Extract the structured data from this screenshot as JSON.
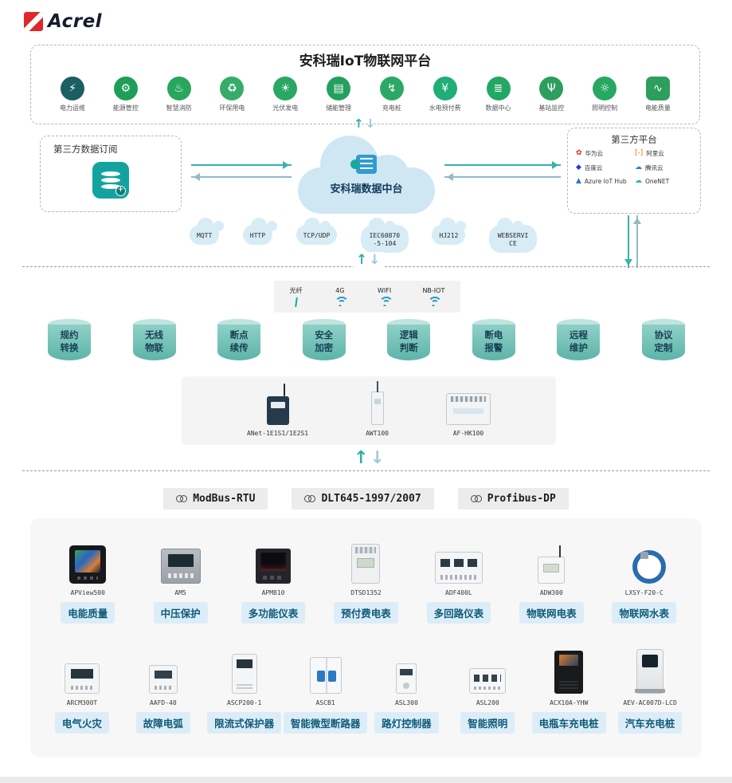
{
  "logo": {
    "brand": "Acrel"
  },
  "platform": {
    "title": "安科瑞IoT物联网平台",
    "apps": [
      {
        "label": "电力运维",
        "glyph": "⚡",
        "color": "#1b5f63",
        "icon": "power-om-icon"
      },
      {
        "label": "能源管控",
        "glyph": "⚙",
        "color": "#1f9e58",
        "icon": "energy-mgmt-icon"
      },
      {
        "label": "智慧消防",
        "glyph": "♨",
        "color": "#28a65c",
        "icon": "smart-fire-icon"
      },
      {
        "label": "环保用电",
        "glyph": "♻",
        "color": "#35ad68",
        "icon": "eco-power-icon"
      },
      {
        "label": "光伏发电",
        "glyph": "☀",
        "color": "#2aa763",
        "icon": "solar-pv-icon"
      },
      {
        "label": "储能管理",
        "glyph": "▤",
        "color": "#23a05e",
        "icon": "energy-storage-icon"
      },
      {
        "label": "充电桩",
        "glyph": "↯",
        "color": "#2ba964",
        "icon": "charging-pile-icon"
      },
      {
        "label": "水电预付费",
        "glyph": "¥",
        "color": "#1fae74",
        "icon": "prepaid-utility-icon"
      },
      {
        "label": "数据中心",
        "glyph": "≣",
        "color": "#22a765",
        "icon": "data-center-icon"
      },
      {
        "label": "基站监控",
        "glyph": "Ψ",
        "color": "#2c9f5d",
        "icon": "base-station-icon"
      },
      {
        "label": "照明控制",
        "glyph": "☼",
        "color": "#27a862",
        "icon": "lighting-control-icon"
      },
      {
        "label": "电能质量",
        "glyph": "∿",
        "color": "#2e9e5e",
        "icon": "power-quality-icon",
        "shape": "sq"
      }
    ]
  },
  "left_box": {
    "title": "第三方数据订阅"
  },
  "center_cloud": {
    "label": "安科瑞数据中台"
  },
  "right_box": {
    "title": "第三方平台",
    "vendors": [
      {
        "name": "华为云",
        "glyph": "✿",
        "color": "#e02222",
        "icon": "huawei-cloud-icon"
      },
      {
        "name": "阿里云",
        "glyph": "[-]",
        "color": "#ff6a00",
        "icon": "aliyun-icon"
      },
      {
        "name": "百度云",
        "glyph": "◆",
        "color": "#2932e1",
        "icon": "baidu-cloud-icon"
      },
      {
        "name": "腾讯云",
        "glyph": "☁",
        "color": "#2b7de1",
        "icon": "tencent-cloud-icon"
      },
      {
        "name": "Azure IoT Hub",
        "glyph": "▲",
        "color": "#2f76bc",
        "icon": "azure-iot-hub-icon"
      },
      {
        "name": "OneNET",
        "glyph": "☁",
        "color": "#29b6b0",
        "icon": "onenet-icon"
      }
    ]
  },
  "protocol_clouds": [
    {
      "label": "MQTT"
    },
    {
      "label": "HTTP"
    },
    {
      "label": "TCP/UDP"
    },
    {
      "label": "IEC60870-5-104"
    },
    {
      "label": "HJ212"
    },
    {
      "label": "WEBSERVICE"
    }
  ],
  "connectivity": [
    {
      "label": "光纤",
      "type": "fiber",
      "icon": "fiber-icon"
    },
    {
      "label": "4G",
      "type": "wifi",
      "icon": "4g-signal-icon"
    },
    {
      "label": "WIFI",
      "type": "wifi",
      "icon": "wifi-icon"
    },
    {
      "label": "NB-IOT",
      "type": "wifi",
      "icon": "nb-iot-icon"
    }
  ],
  "capabilities": [
    {
      "label": "规约转换"
    },
    {
      "label": "无线物联"
    },
    {
      "label": "断点续传"
    },
    {
      "label": "安全加密"
    },
    {
      "label": "逻辑判断"
    },
    {
      "label": "断电报警"
    },
    {
      "label": "远程维护"
    },
    {
      "label": "协议定制"
    }
  ],
  "gateways": [
    {
      "model": "ANet-1E1S1/1E2S1",
      "img": "gw-anet"
    },
    {
      "model": "AWT100",
      "img": "gw-awt"
    },
    {
      "model": "AF-HK100",
      "img": "gw-afhk"
    }
  ],
  "field_protocols": [
    {
      "label": "ModBus-RTU"
    },
    {
      "label": "DLT645-1997/2007"
    },
    {
      "label": "Profibus-DP"
    }
  ],
  "devices": {
    "row1": [
      {
        "model": "APView500",
        "label": "电能质量",
        "img": "img-apview"
      },
      {
        "model": "AM5",
        "label": "中压保护",
        "img": "img-am5"
      },
      {
        "model": "APM810",
        "label": "多功能仪表",
        "img": "img-apm810"
      },
      {
        "model": "DTSD1352",
        "label": "预付费电表",
        "img": "img-dtsd"
      },
      {
        "model": "ADF400L",
        "label": "多回路仪表",
        "img": "img-adf"
      },
      {
        "model": "ADW300",
        "label": "物联网电表",
        "img": "img-adw"
      },
      {
        "model": "LXSY-F20-C",
        "label": "物联网水表",
        "img": "img-water"
      }
    ],
    "row2": [
      {
        "model": "ARCM300T",
        "label": "电气火灾",
        "img": "img-arcm"
      },
      {
        "model": "AAFD-40",
        "label": "故障电弧",
        "img": "img-aafd"
      },
      {
        "model": "ASCP200-1",
        "label": "限流式保护器",
        "img": "img-ascp"
      },
      {
        "model": "ASCB1",
        "label": "智能微型断路器",
        "img": "img-ascb"
      },
      {
        "model": "ASL300",
        "label": "路灯控制器",
        "img": "img-asl300"
      },
      {
        "model": "ASL200",
        "label": "智能照明",
        "img": "img-asl200"
      },
      {
        "model": "ACX10A-YHW",
        "label": "电瓶车充电桩",
        "img": "img-acx"
      },
      {
        "model": "AEV-AC007D-LCD",
        "label": "汽车充电桩",
        "img": "img-aev"
      }
    ]
  },
  "icons": {
    "up_arrow": "↑",
    "down_arrow": "↓"
  }
}
